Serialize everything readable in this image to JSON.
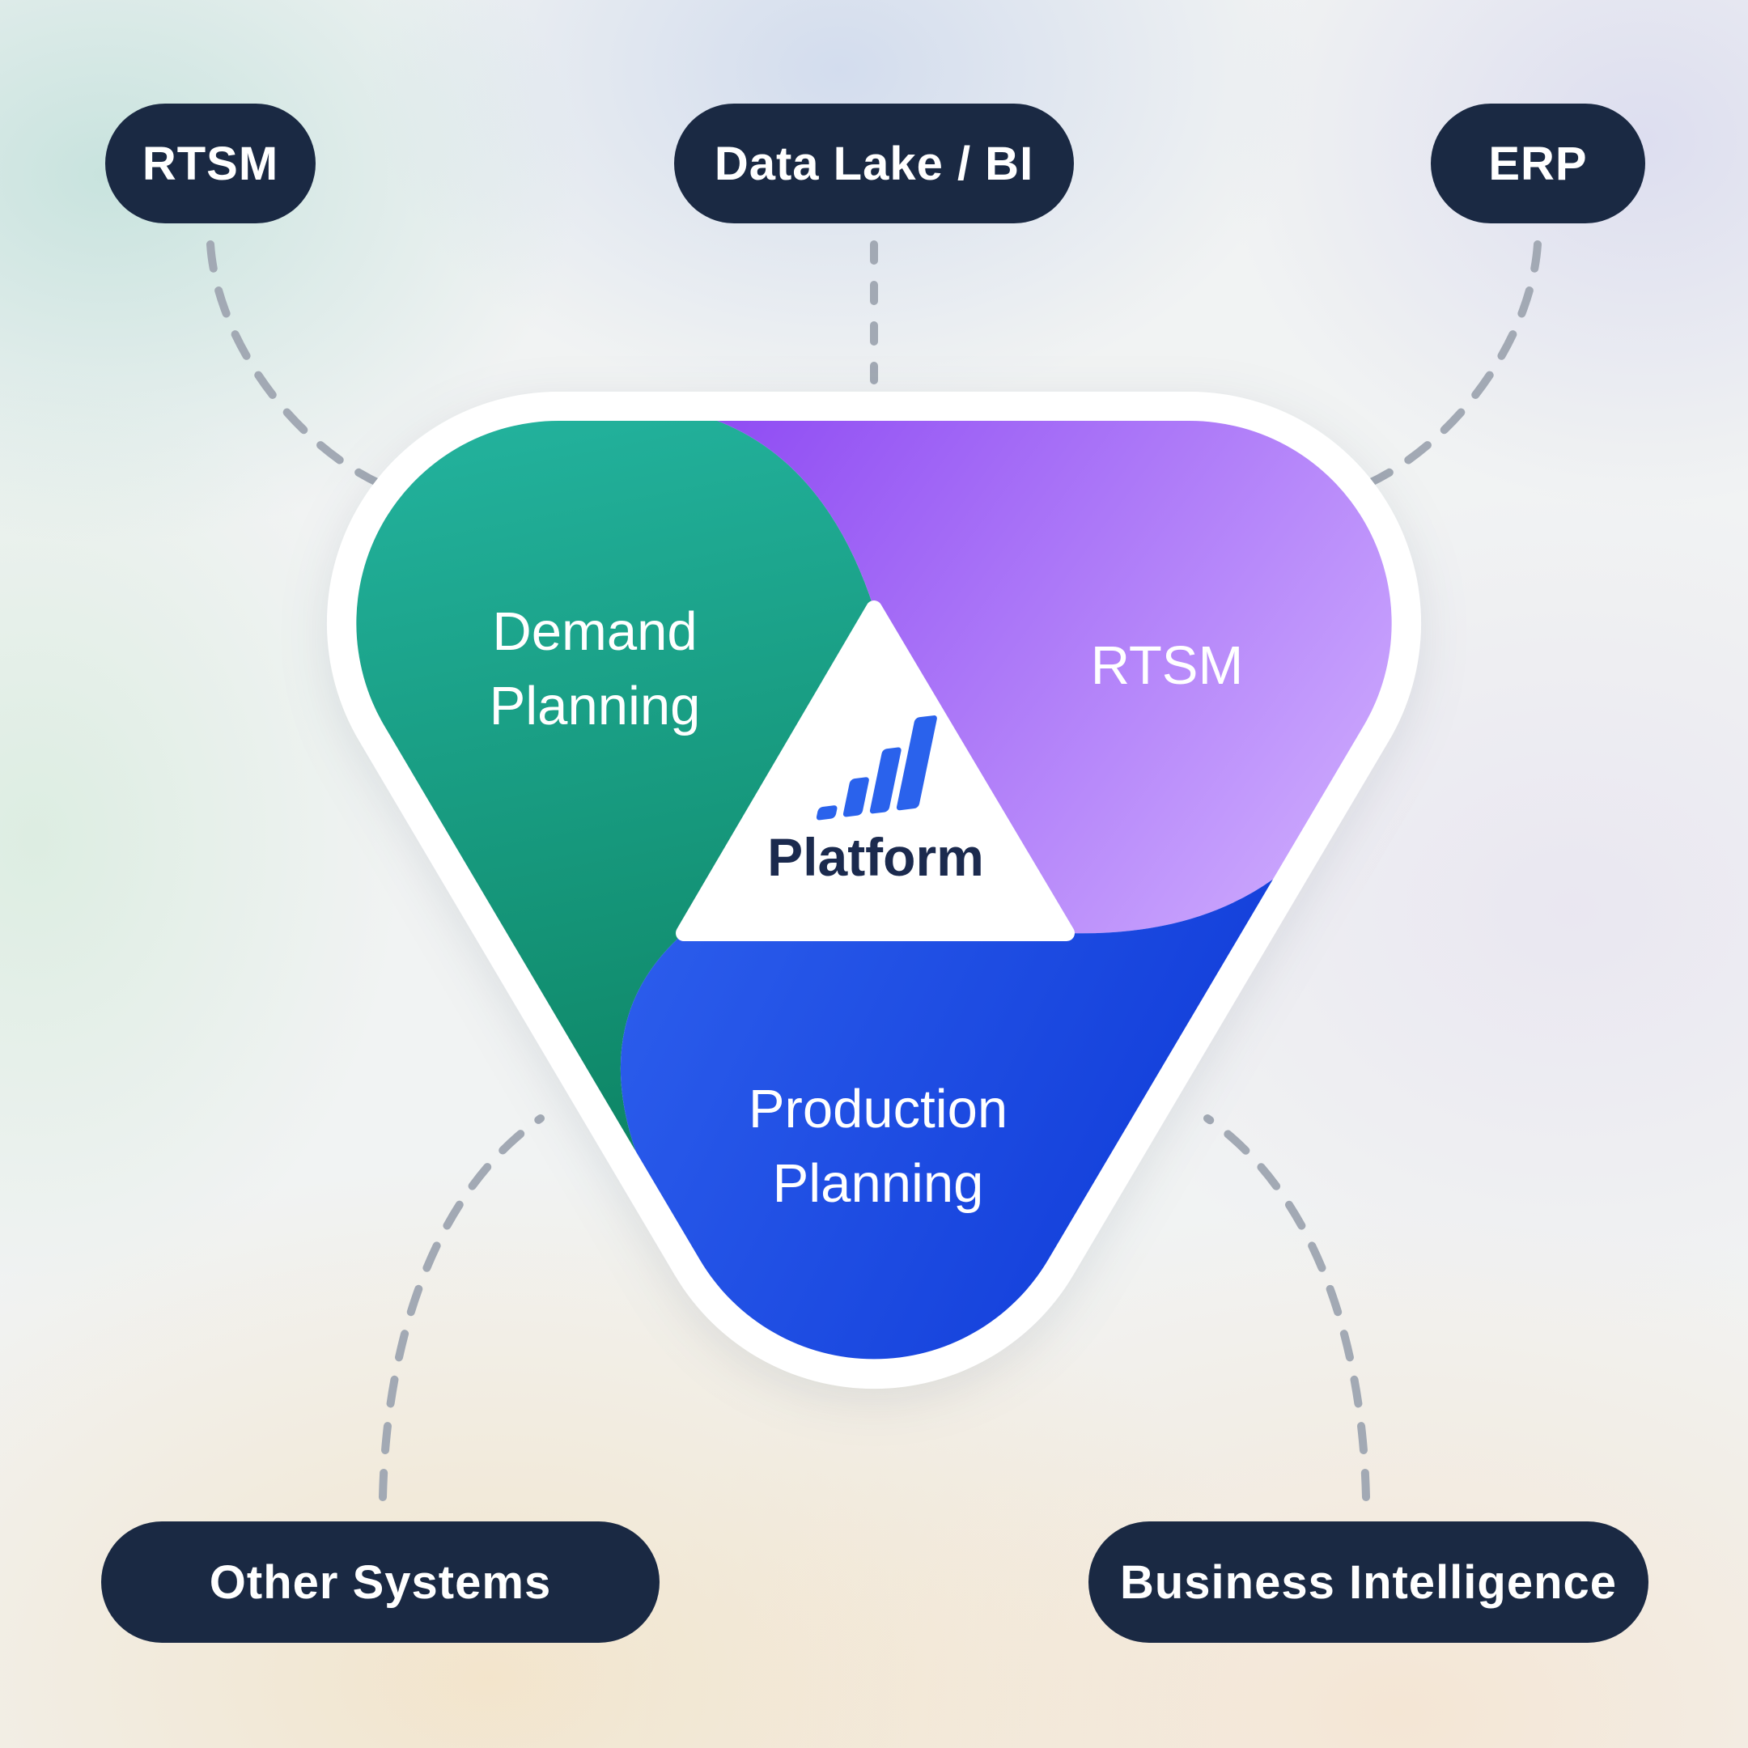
{
  "platform": {
    "label": "Platform",
    "logo_icon": "ascending-bars-chart-icon"
  },
  "segments": {
    "demand_planning": {
      "lines": [
        "Demand",
        "Planning"
      ]
    },
    "rtsm": {
      "lines": [
        "RTSM"
      ]
    },
    "production_planning": {
      "lines": [
        "Production",
        "Planning"
      ]
    }
  },
  "pills": [
    {
      "id": "rtsm",
      "label": "RTSM",
      "position": "top-left"
    },
    {
      "id": "data-lake-bi",
      "label": "Data Lake / BI",
      "position": "top-center"
    },
    {
      "id": "erp",
      "label": "ERP",
      "position": "top-right"
    },
    {
      "id": "other-systems",
      "label": "Other Systems",
      "position": "bottom-left"
    },
    {
      "id": "business-intelligence",
      "label": "Business Intelligence",
      "position": "bottom-right"
    }
  ],
  "connections": [
    {
      "from": "RTSM",
      "to": "Platform"
    },
    {
      "from": "Data Lake / BI",
      "to": "Platform"
    },
    {
      "from": "ERP",
      "to": "Platform"
    },
    {
      "from": "Other Systems",
      "to": "Platform"
    },
    {
      "from": "Business Intelligence",
      "to": "Platform"
    }
  ],
  "colors": {
    "pill_bg": "#1a2943",
    "pill_text": "#ffffff",
    "dash": "#a2a9b4",
    "teal_start": "#23b39e",
    "teal_end": "#0a7e5c",
    "purple_start": "#8a44f2",
    "purple_end": "#c9a4fd",
    "blue_start": "#2a5beb",
    "blue_end": "#0d38d6",
    "logo_blue": "#2a62ec",
    "platform_text": "#1b2a4e",
    "shell_white": "#ffffff"
  }
}
